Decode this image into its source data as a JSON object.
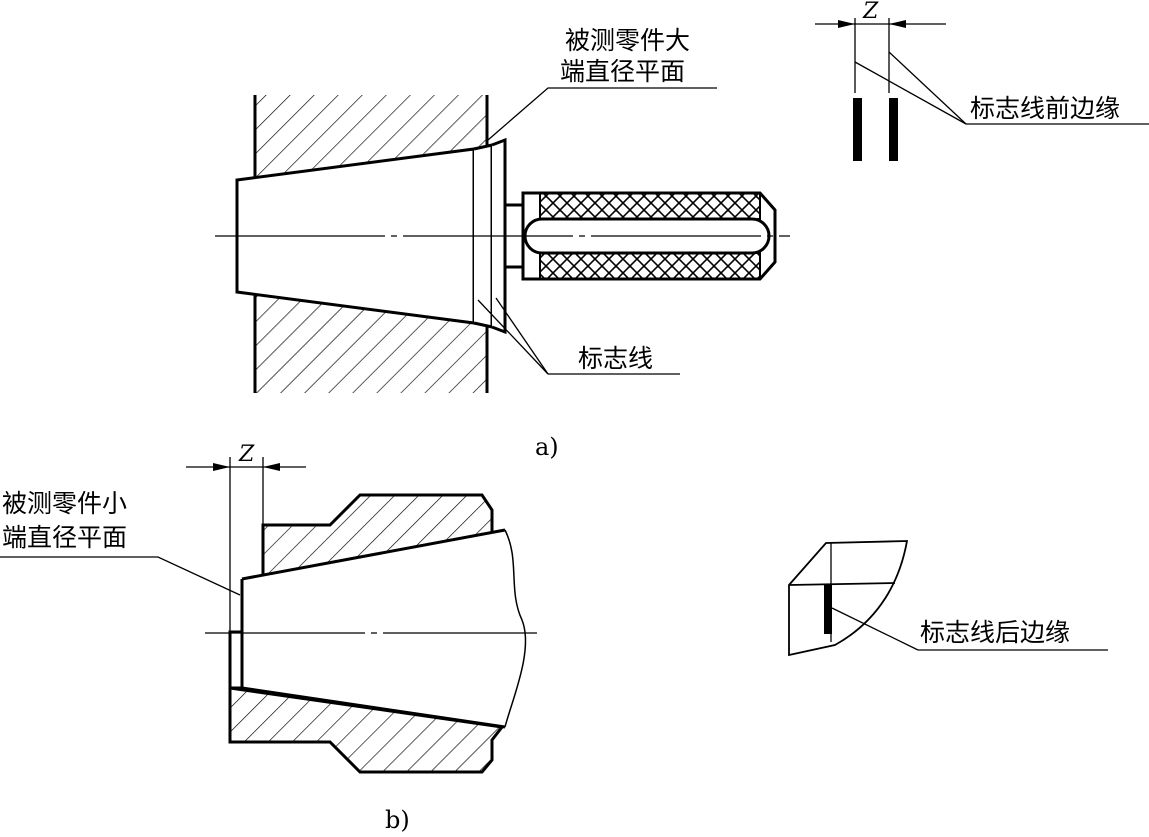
{
  "figure_a": {
    "caption": "a)",
    "label_large_end_line1": "被测零件大",
    "label_large_end_line2": "端直径平面",
    "label_mark_line": "标志线",
    "label_front_edge": "标志线前边缘",
    "dimension_symbol": "Z"
  },
  "figure_b": {
    "caption": "b)",
    "label_small_end_line1": "被测零件小",
    "label_small_end_line2": "端直径平面",
    "label_rear_edge": "标志线后边缘",
    "dimension_symbol": "Z"
  }
}
